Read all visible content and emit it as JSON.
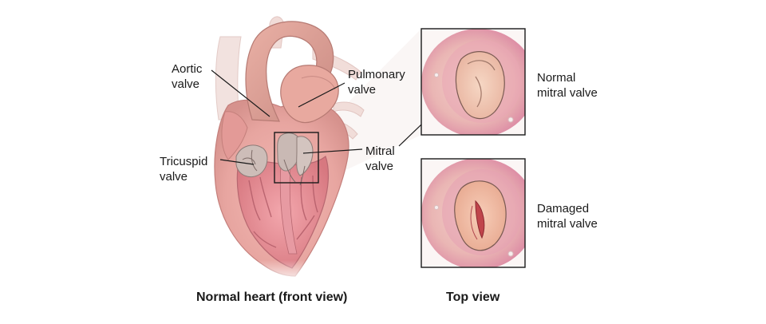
{
  "labels": {
    "aortic": [
      "Aortic",
      "valve"
    ],
    "pulmonary": [
      "Pulmonary",
      "valve"
    ],
    "tricuspid": [
      "Tricuspid",
      "valve"
    ],
    "mitral": [
      "Mitral",
      "valve"
    ],
    "normal_mitral": [
      "Normal",
      "mitral valve"
    ],
    "damaged_mitral": [
      "Damaged",
      "mitral valve"
    ]
  },
  "captions": {
    "front": "Normal heart (front view)",
    "top": "Top view"
  }
}
